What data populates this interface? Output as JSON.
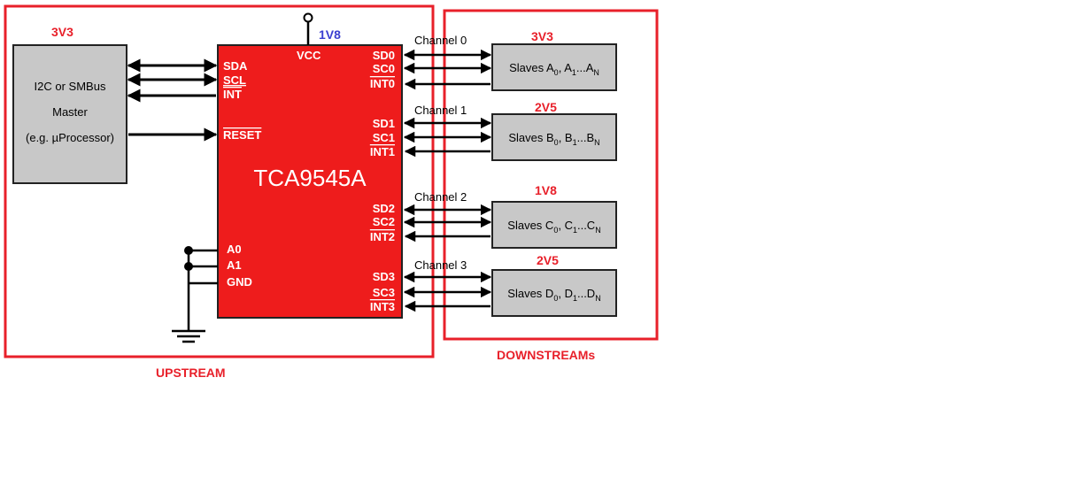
{
  "upstream": {
    "label": "UPSTREAM",
    "master": {
      "voltage": "3V3",
      "line1": "I2C or SMBus",
      "line2": "Master",
      "line3": "(e.g. µProcessor)"
    }
  },
  "chip": {
    "name": "TCA9545A",
    "vcc_label": "VCC",
    "vcc_voltage": "1V8",
    "left_pins": [
      "SDA",
      "SCL",
      "INT",
      "RESET"
    ],
    "addr_pins": [
      "A0",
      "A1",
      "GND"
    ],
    "right_pins": [
      [
        "SD0",
        "SC0",
        "INT0"
      ],
      [
        "SD1",
        "SC1",
        "INT1"
      ],
      [
        "SD2",
        "SC2",
        "INT2"
      ],
      [
        "SD3",
        "SC3",
        "INT3"
      ]
    ]
  },
  "downstream": {
    "label": "DOWNSTREAMs",
    "channels": [
      {
        "name": "Channel 0",
        "voltage": "3V3",
        "slaves": "Slaves A",
        "items": [
          "A",
          "0",
          "A",
          "1",
          "...A",
          "N"
        ]
      },
      {
        "name": "Channel 1",
        "voltage": "2V5",
        "slaves": "Slaves B",
        "items": [
          "B",
          "0",
          "B",
          "1",
          "...B",
          "N"
        ]
      },
      {
        "name": "Channel 2",
        "voltage": "1V8",
        "slaves": "Slaves C",
        "items": [
          "C",
          "0",
          "C",
          "1",
          "...C",
          "N"
        ]
      },
      {
        "name": "Channel 3",
        "voltage": "2V5",
        "slaves": "Slaves D",
        "items": [
          "D",
          "0",
          "D",
          "1",
          "...D",
          "N"
        ]
      }
    ]
  },
  "colors": {
    "chip_fill": "#ee1c1c",
    "box_outline": "#e8202a",
    "slave_fill": "#c8c8c8",
    "vcc_voltage_color": "#3b3fd0"
  }
}
